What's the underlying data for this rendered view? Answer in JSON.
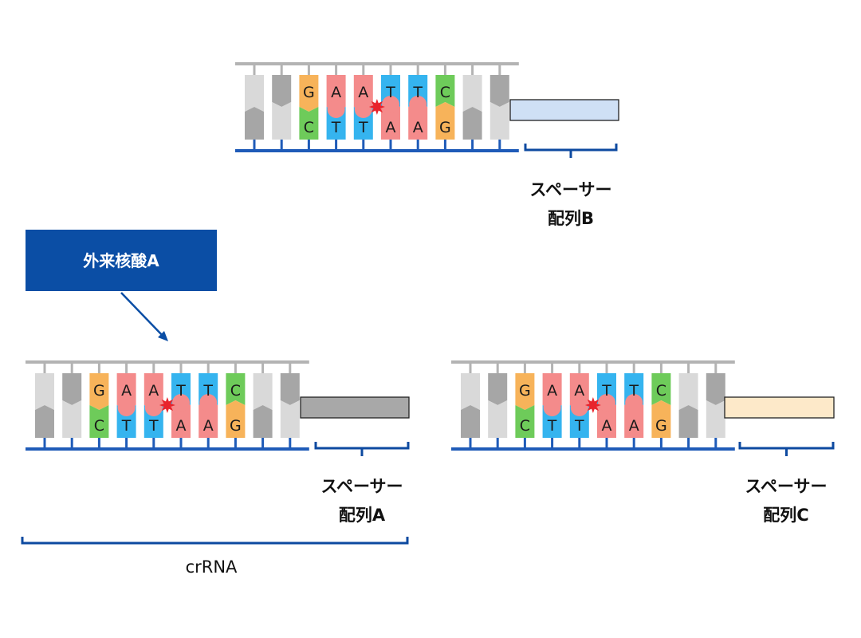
{
  "colors": {
    "backbone_top": "#b3b3b3",
    "backbone_bottom": "#1f5bb8",
    "bracket": "#0d4aa0",
    "callout_bg": "#0b4ea5",
    "cut_mark": "#e8242c",
    "base_A": "#f48b8b",
    "base_T": "#35b4ef",
    "base_G": "#f7b35a",
    "base_C": "#6ecb5a",
    "grey_dark": "#a6a6a6",
    "grey_light": "#d9d9d9"
  },
  "callout": {
    "text": "外来核酸A"
  },
  "units": [
    {
      "top_bases": [
        "G",
        "A",
        "A",
        "T",
        "T",
        "C"
      ],
      "bottom_bases": [
        "C",
        "T",
        "T",
        "A",
        "A",
        "G"
      ],
      "spacer_fill": "#cfe0f5",
      "spacer_label_line1": "スペーサー",
      "spacer_label_line2": "配列B"
    },
    {
      "top_bases": [
        "G",
        "A",
        "A",
        "T",
        "T",
        "C"
      ],
      "bottom_bases": [
        "C",
        "T",
        "T",
        "A",
        "A",
        "G"
      ],
      "spacer_fill": "#a8a8a8",
      "spacer_label_line1": "スペーサー",
      "spacer_label_line2": "配列A"
    },
    {
      "top_bases": [
        "G",
        "A",
        "A",
        "T",
        "T",
        "C"
      ],
      "bottom_bases": [
        "C",
        "T",
        "T",
        "A",
        "A",
        "G"
      ],
      "spacer_fill": "#fde9c9",
      "spacer_label_line1": "スペーサー",
      "spacer_label_line2": "配列C"
    }
  ],
  "crrna_label": "crRNA"
}
